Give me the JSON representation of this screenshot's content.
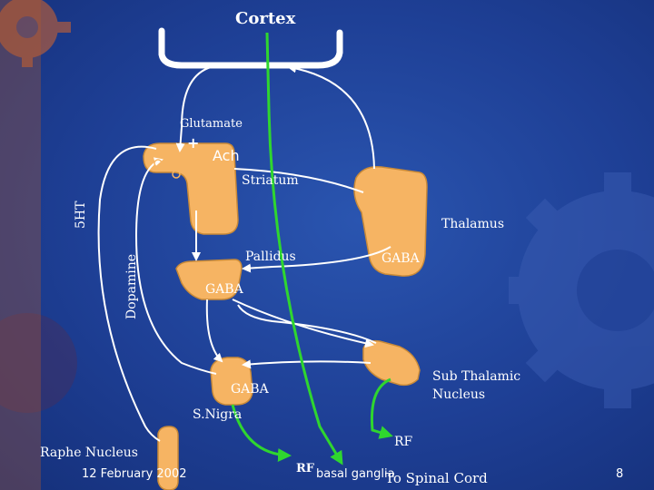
{
  "labels": {
    "cortex": "Cortex",
    "glutamate": "Glutamate",
    "plus": "+",
    "ach": "Ach",
    "striatum": "Striatum",
    "fivehtt": "5HT",
    "thalamus": "Thalamus",
    "dopamine": "Dopamine",
    "pallidus": "Pallidus",
    "gaba_thalamus": "GABA",
    "gaba_pallidus": "GABA",
    "sub_thalamic_1": "Sub Thalamic",
    "sub_thalamic_2": "Nucleus",
    "gaba_nigra": "GABA",
    "snigra": "S.Nigra",
    "rf_right": "RF",
    "raphe": "Raphe Nucleus",
    "date": "12 February 2002",
    "rf_bottom": "RF",
    "basal_ganglia": "basal ganglia",
    "spinal": "To Spinal Cord",
    "page_number": "8"
  },
  "colors": {
    "background": "#1e3f95",
    "structure_fill": "#f6b463",
    "structure_stroke": "#c98a38",
    "pathway": "#ffffff",
    "output_pathway": "#2fd62f",
    "gear_dark": "#2f3f8c",
    "gear_orange": "#d9662a"
  }
}
